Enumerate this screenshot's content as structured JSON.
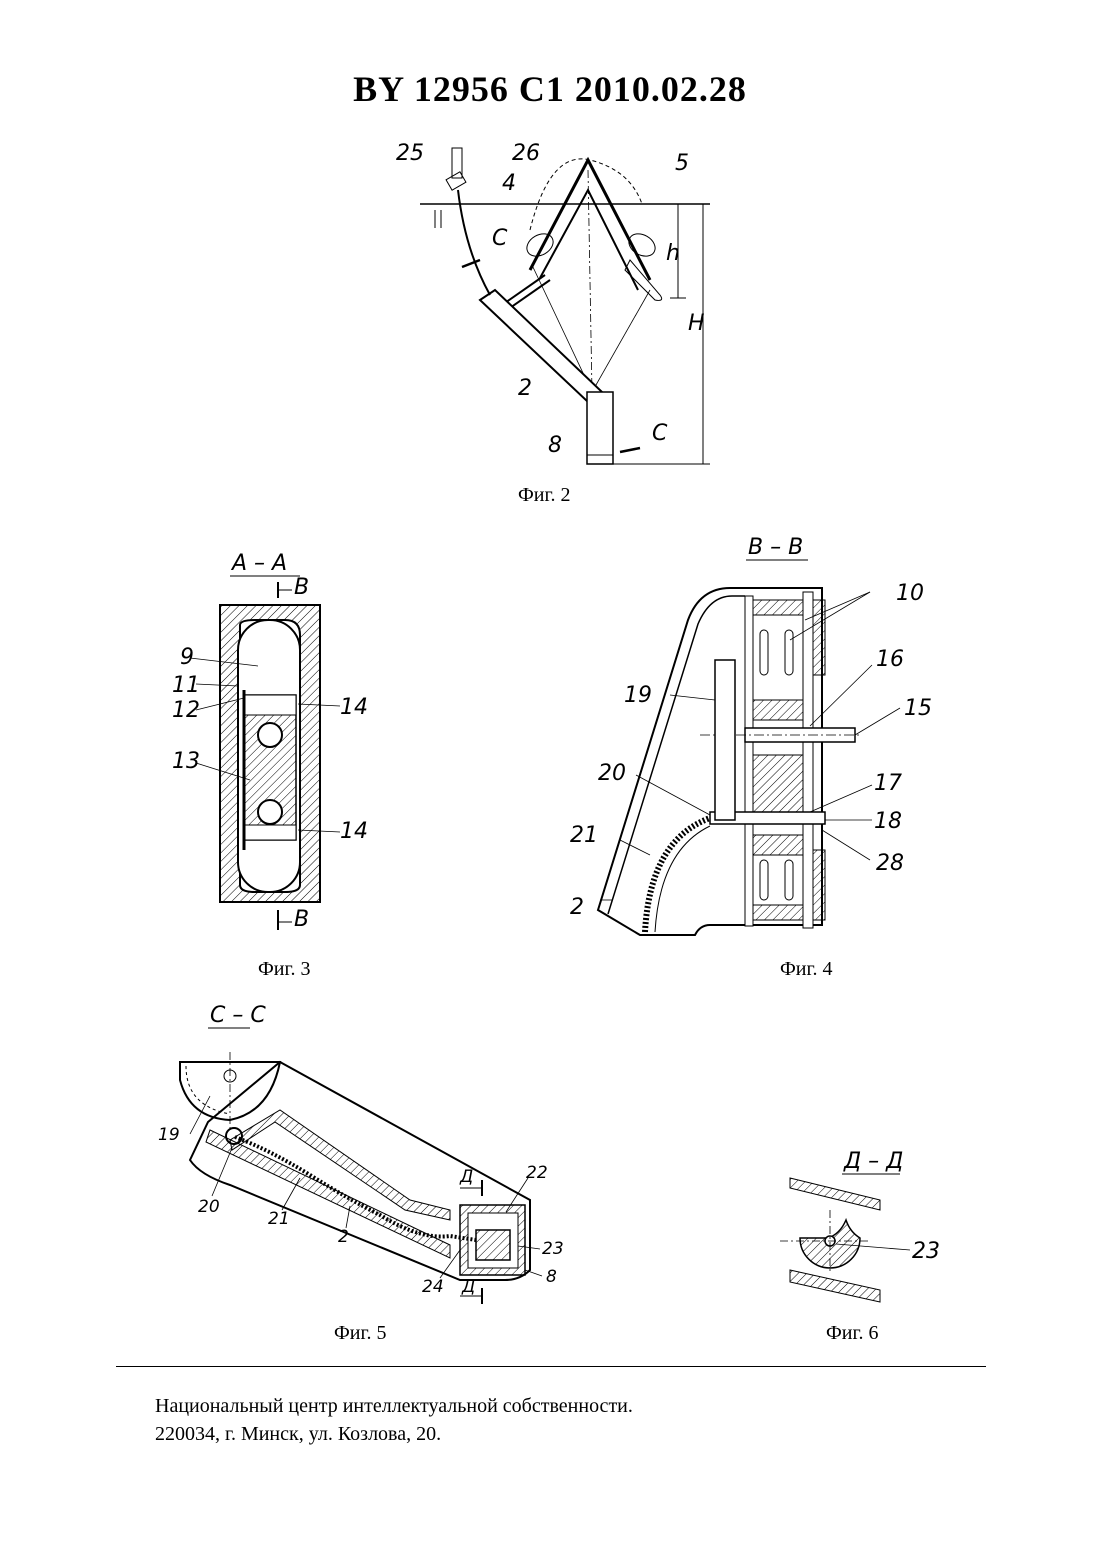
{
  "header": {
    "title": "BY 12956 C1 2010.02.28"
  },
  "figures": [
    {
      "caption": "Фиг. 2",
      "labels": [
        "25",
        "26",
        "4",
        "5",
        "C",
        "h",
        "H",
        "2",
        "8",
        "C"
      ]
    },
    {
      "caption": "Фиг. 3",
      "section": "A – A",
      "labels": [
        "B",
        "9",
        "11",
        "12",
        "14",
        "13",
        "14",
        "B"
      ]
    },
    {
      "caption": "Фиг. 4",
      "section": "B – B",
      "labels": [
        "10",
        "16",
        "15",
        "19",
        "20",
        "17",
        "18",
        "21",
        "28",
        "2"
      ]
    },
    {
      "caption": "Фиг. 5",
      "section": "C – C",
      "labels": [
        "19",
        "20",
        "21",
        "2",
        "Д",
        "22",
        "23",
        "24",
        "Д",
        "8"
      ]
    },
    {
      "caption": "Фиг. 6",
      "section": "Д – Д",
      "labels": [
        "23"
      ]
    }
  ],
  "footer": {
    "line1": "Национальный центр интеллектуальной собственности.",
    "line2": "220034, г. Минск, ул. Козлова, 20."
  },
  "colors": {
    "ink": "#000000",
    "paper": "#ffffff"
  }
}
